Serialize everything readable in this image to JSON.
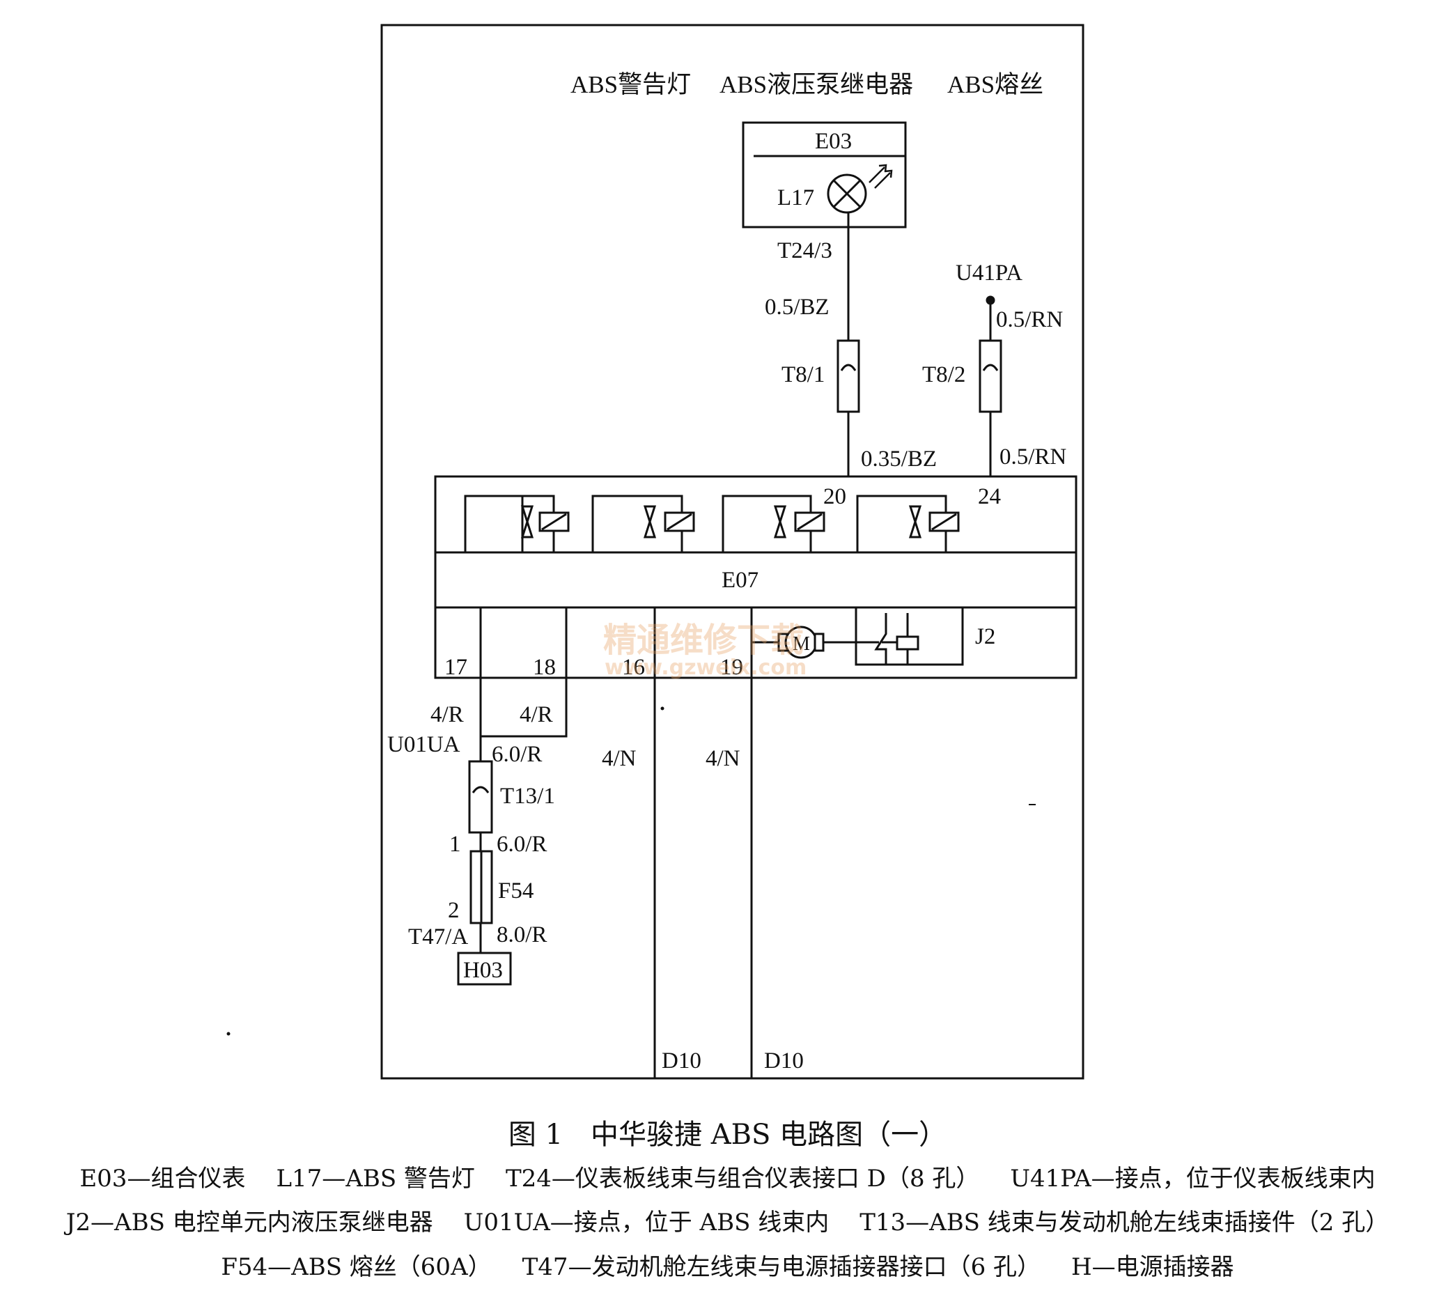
{
  "diagram": {
    "header_labels": [
      "ABS警告灯",
      "ABS液压泵继电器",
      "ABS熔丝"
    ],
    "components": {
      "combination_meter": "E03",
      "warning_lamp": "L17",
      "abs_unit": "E07",
      "pump_relay": "J2",
      "fuse": "F54",
      "power_connector": "H03",
      "motor": "M"
    },
    "connectors": {
      "t24_3": "T24/3",
      "t8_1": "T8/1",
      "t8_2": "T8/2",
      "t13_1": "T13/1",
      "t47_a": "T47/A",
      "u41pa": "U41PA",
      "u01ua": "U01UA"
    },
    "pins": {
      "p20": "20",
      "p24": "24",
      "p17": "17",
      "p18": "18",
      "p16": "16",
      "p19": "19",
      "f54_1": "1",
      "f54_2": "2"
    },
    "wires": {
      "bz_top": "0.5/BZ",
      "rn_top": "0.5/RN",
      "bz_bottom": "0.35/BZ",
      "rn_bottom": "0.5/RN",
      "r_17": "4/R",
      "r_18": "4/R",
      "r_splice": "6.0/R",
      "r_mid": "6.0/R",
      "r_bottom": "8.0/R",
      "n_16": "4/N",
      "n_19": "4/N"
    },
    "grounds": [
      "D10",
      "D10"
    ],
    "watermark": {
      "line1": "精通维修下载",
      "line2": "www.gzweix.com"
    }
  },
  "caption": {
    "title": "图 1　中华骏捷 ABS 电路图（一）",
    "legend_lines": [
      [
        "E03—组合仪表",
        "L17—ABS 警告灯",
        "T24—仪表板线束与组合仪表接口 D（8 孔）",
        "U41PA—接点，位于仪表板线束内"
      ],
      [
        "J2—ABS 电控单元内液压泵继电器",
        "U01UA—接点，位于 ABS 线束内",
        "T13—ABS 线束与发动机舱左线束插接件（2 孔）"
      ],
      [
        "F54—ABS 熔丝（60A）",
        "T47—发动机舱左线束与电源插接器接口（6 孔）",
        "H—电源插接器"
      ]
    ]
  }
}
